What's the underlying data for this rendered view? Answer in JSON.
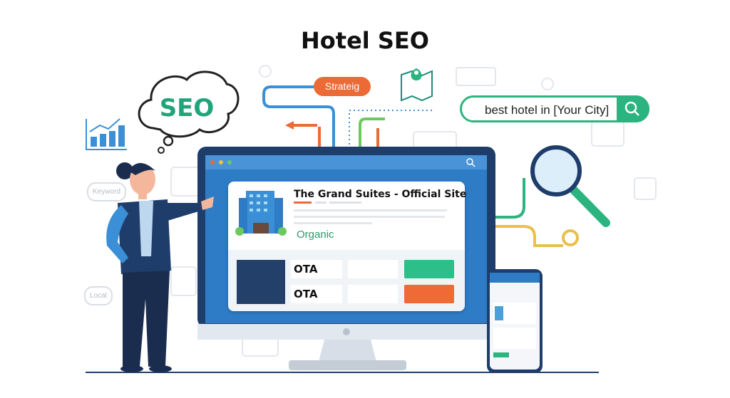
{
  "title": "Hotel SEO",
  "thought_bubble": "SEO",
  "strategy_tag": "Strateig",
  "search": {
    "query": "best hotel in [Your City]",
    "icon": "search-icon"
  },
  "result_card": {
    "title": "The Grand Suites - Official Site",
    "label": "Organic",
    "ota_rows": [
      {
        "label": "OTA",
        "button_color": "#2cbf8a"
      },
      {
        "label": "OTA",
        "button_color": "#ef6a34"
      }
    ]
  },
  "background_labels": {
    "keyword": "Keyword",
    "local": "Local"
  },
  "colors": {
    "green": "#2bb47f",
    "orange": "#ec6a35",
    "navy": "#1f3d6b",
    "blue": "#2e7bc4"
  }
}
